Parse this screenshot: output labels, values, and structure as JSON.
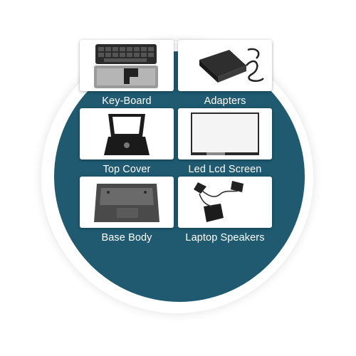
{
  "products": [
    {
      "id": "keyboard",
      "label": "Key-Board",
      "icon": "keyboard-icon"
    },
    {
      "id": "adapters",
      "label": "Adapters",
      "icon": "power-adapter-icon"
    },
    {
      "id": "top-cover",
      "label": "Top Cover",
      "icon": "laptop-top-cover-icon"
    },
    {
      "id": "lcd",
      "label": "Led Lcd Screen",
      "icon": "lcd-screen-icon"
    },
    {
      "id": "base",
      "label": "Base Body",
      "icon": "laptop-base-body-icon"
    },
    {
      "id": "speakers",
      "label": "Laptop Speakers",
      "icon": "laptop-speakers-icon"
    }
  ],
  "colors": {
    "circle": "#1f5a70",
    "label": "#ffffff",
    "tile": "#ffffff"
  }
}
